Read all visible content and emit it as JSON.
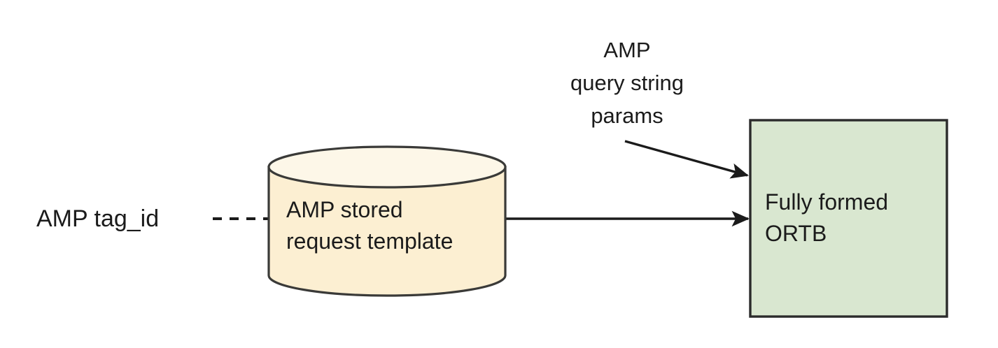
{
  "diagram": {
    "type": "flow-diagram",
    "background_color": "#ffffff",
    "stroke_color": "#1b1b1b",
    "nodes": [
      {
        "id": "amp-tag-id",
        "shape": "text",
        "label": "AMP tag_id",
        "text_color": "#1b1b1b"
      },
      {
        "id": "amp-stored-request-template",
        "shape": "cylinder",
        "label_line1": "AMP stored",
        "label_line2": "request template",
        "fill_color": "#fcefd2",
        "top_fill_color": "#fdf7e8",
        "border_color": "#3a3a38"
      },
      {
        "id": "fully-formed-ortb",
        "shape": "rectangle",
        "label_line1": "Fully formed",
        "label_line2": "ORTB",
        "fill_color": "#d9e7d0",
        "border_color": "#2b2b2b"
      }
    ],
    "annotations": [
      {
        "id": "amp-query-string-params",
        "line1": "AMP",
        "line2": "query string",
        "line3": "params",
        "text_color": "#3a3a3a"
      }
    ],
    "edges": [
      {
        "id": "tagid-to-template",
        "from": "amp-tag-id",
        "to": "amp-stored-request-template",
        "style": "dashed",
        "arrowhead": false
      },
      {
        "id": "template-to-ortb",
        "from": "amp-stored-request-template",
        "to": "fully-formed-ortb",
        "style": "solid",
        "arrowhead": true
      },
      {
        "id": "params-to-ortb",
        "from": "amp-query-string-params",
        "to": "fully-formed-ortb",
        "style": "solid",
        "arrowhead": true
      }
    ]
  }
}
